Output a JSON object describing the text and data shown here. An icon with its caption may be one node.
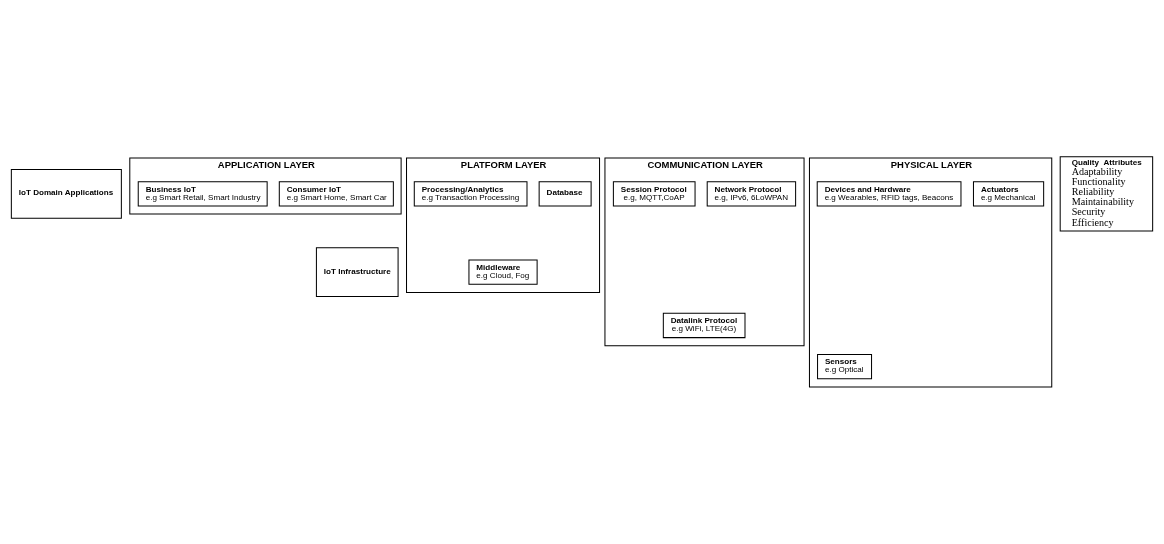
{
  "diagram": {
    "nodes": [
      {
        "text": [
          "IoT Domain Applications"
        ]
      },
      {
        "text": [
          "IoT Infrastructure"
        ]
      },
      {
        "text": [
          "APPLICATION LAYER"
        ]
      },
      {
        "text": [
          "Consumer IoT",
          "e.g Smart Home, Smart Car"
        ],
        "in": 2
      },
      {
        "text": [
          "Business IoT",
          "e.g Smart Retail, Smart Industry"
        ],
        "in": 2
      },
      {
        "text": [
          "PLATFORM LAYER"
        ]
      },
      {
        "text": [
          "Middleware",
          "e.g Cloud, Fog"
        ],
        "in": 5
      },
      {
        "text": [
          "Database"
        ],
        "in": 5
      },
      {
        "text": [
          "Processing/Analytics",
          "e.g Transaction Processing"
        ],
        "in": 5
      },
      {
        "text": [
          "COMMUNICATION LAYER"
        ]
      },
      {
        "text": [
          "Datalink Protocol",
          "e.g WiFi, LTE(4G)"
        ],
        "in": 9
      },
      {
        "text": [
          "Network Protocol",
          "e.g, IPv6, 6LoWPAN"
        ],
        "in": 9
      },
      {
        "text": [
          "Session Protocol",
          "e.g, MQTT,CoAP"
        ],
        "in": 9
      },
      {
        "text": [
          "PHYSICAL LAYER"
        ]
      },
      {
        "text": [
          "Sensors",
          "e.g Optical"
        ],
        "in": 13
      },
      {
        "text": [
          "Actuators",
          "e.g Mechanical"
        ],
        "in": 13
      },
      {
        "text": [
          "Devices and Hardware",
          "e.g Wearables, RFID tags, Beacons"
        ],
        "in": 13
      },
      {
        "text": [
          "Quality  Attributes",
          "Adaptability",
          "Functionality",
          "Reliability",
          "Maintainability",
          "Security",
          "Efficiency"
        ]
      }
    ],
    "edges": []
  }
}
